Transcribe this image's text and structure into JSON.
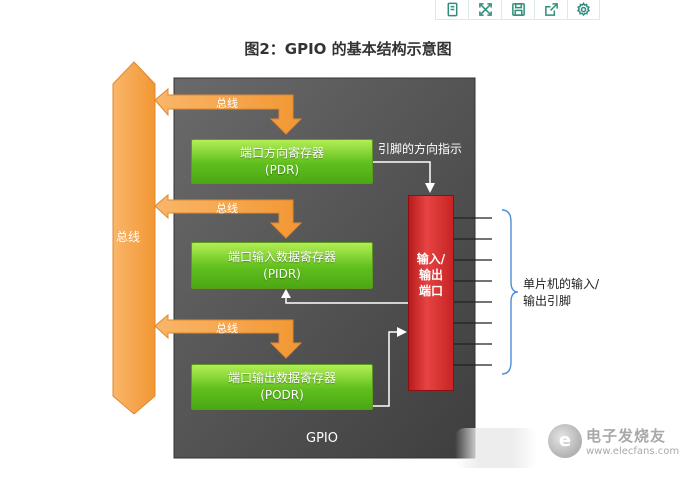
{
  "toolbar": {
    "icons": [
      "document-icon",
      "expand-icon",
      "save-icon",
      "share-icon",
      "settings-icon"
    ],
    "accent_color": "#2f8f7c"
  },
  "figure_title": "图2：GPIO 的基本结构示意图",
  "bus_label": "总线",
  "bus_arrow_labels": [
    "总线",
    "总线",
    "总线"
  ],
  "registers": [
    {
      "name": "端口方向寄存器",
      "abbr": "(PDR)"
    },
    {
      "name": "端口输入数据寄存器",
      "abbr": "(PIDR)"
    },
    {
      "name": "端口输出数据寄存器",
      "abbr": "(PODR)"
    }
  ],
  "direction_label": "引脚的方向指示",
  "port_block": {
    "line1": "输入/",
    "line2": "输出",
    "line3": "端口"
  },
  "pins_label": {
    "line1": "单片机的输入/",
    "line2": "输出引脚"
  },
  "gpio_label": "GPIO",
  "watermark": {
    "name": "电子发烧友",
    "url": "www.elecfans.com",
    "logo_char": "e"
  },
  "colors": {
    "bus": "#f7a24a",
    "register": "#5fbf1d",
    "port": "#d93434",
    "gpio_box": "#555555",
    "pin_brace": "#4a90d9"
  }
}
